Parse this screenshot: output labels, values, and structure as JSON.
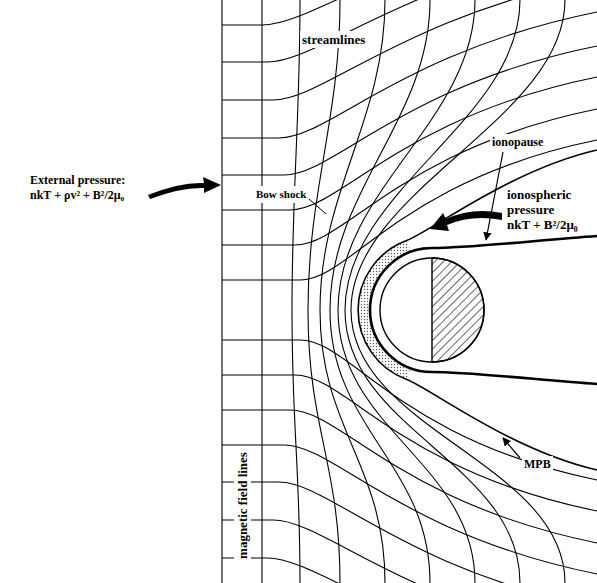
{
  "diagram": {
    "labels": [
      "streamlines",
      "ionopause",
      "ionospheric pressure nkT + B²/2μ₀",
      "External pressure: nkT + ρv² + B²/2μ₀",
      "Bow shock",
      "magnetic field lines",
      "MPB"
    ]
  }
}
